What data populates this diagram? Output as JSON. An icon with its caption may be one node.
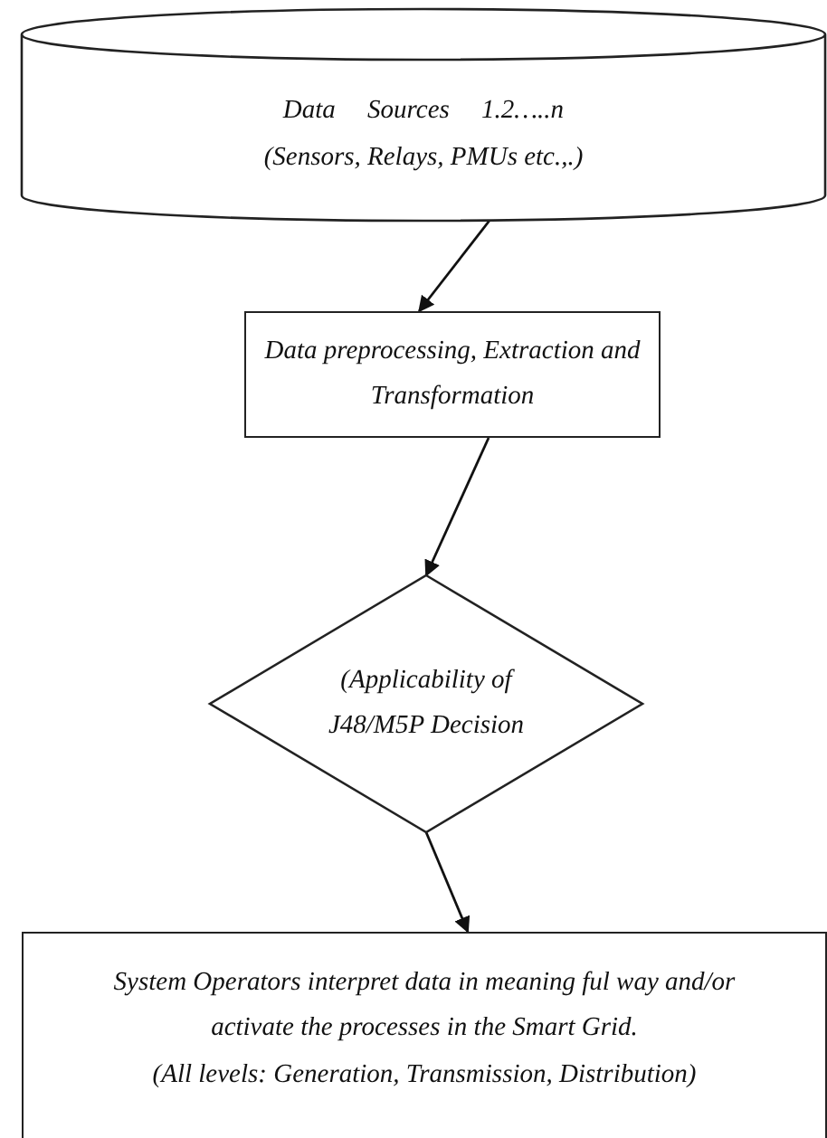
{
  "diagram": {
    "nodes": [
      {
        "text": [
          "Data Sources 1.2…..n",
          "(Sensors, Relays, PMUs etc.,.)"
        ]
      },
      {
        "text": [
          "Data preprocessing, Extraction and Transformation"
        ]
      },
      {
        "text": [
          "(Applicability of J48/M5P Decision"
        ]
      },
      {
        "text": [
          "System Operators interpret data in meaning ful way and/or activate the processes in the Smart Grid.",
          "(All levels: Generation, Transmission, Distribution)"
        ]
      }
    ],
    "edges": [
      {
        "from": 0,
        "to": 1,
        "arrow": "to"
      },
      {
        "from": 1,
        "to": 2,
        "arrow": "to"
      },
      {
        "from": 2,
        "to": 3,
        "arrow": "to"
      }
    ]
  }
}
